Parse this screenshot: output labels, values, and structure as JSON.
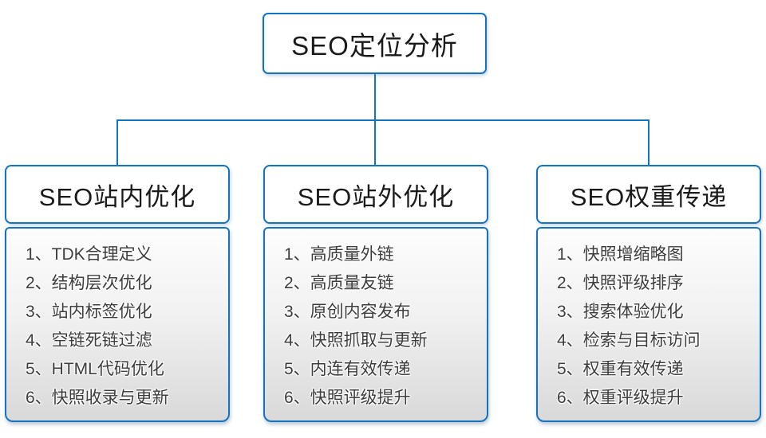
{
  "diagram_title": "SEO定位分析",
  "colors": {
    "accent_border": "#1473BE",
    "connector": "#1473BE",
    "header_text": "#1a1a1a",
    "list_text": "#3d3d3d",
    "list_gradient_top": "#fdfdfd",
    "list_gradient_bottom": "#d9d9d9"
  },
  "root": {
    "label": "SEO定位分析"
  },
  "columns": [
    {
      "title": "SEO站内优化",
      "items": [
        "1、TDK合理定义",
        "2、结构层次优化",
        "3、站内标签优化",
        "4、空链死链过滤",
        "5、HTML代码优化",
        "6、快照收录与更新"
      ]
    },
    {
      "title": "SEO站外优化",
      "items": [
        "1、高质量外链",
        "2、高质量友链",
        "3、原创内容发布",
        "4、快照抓取与更新",
        "5、内连有效传递",
        "6、快照评级提升"
      ]
    },
    {
      "title": "SEO权重传递",
      "items": [
        "1、快照增缩略图",
        "2、快照评级排序",
        "3、搜索体验优化",
        "4、检索与目标访问",
        "5、权重有效传递",
        "6、权重评级提升"
      ]
    }
  ]
}
